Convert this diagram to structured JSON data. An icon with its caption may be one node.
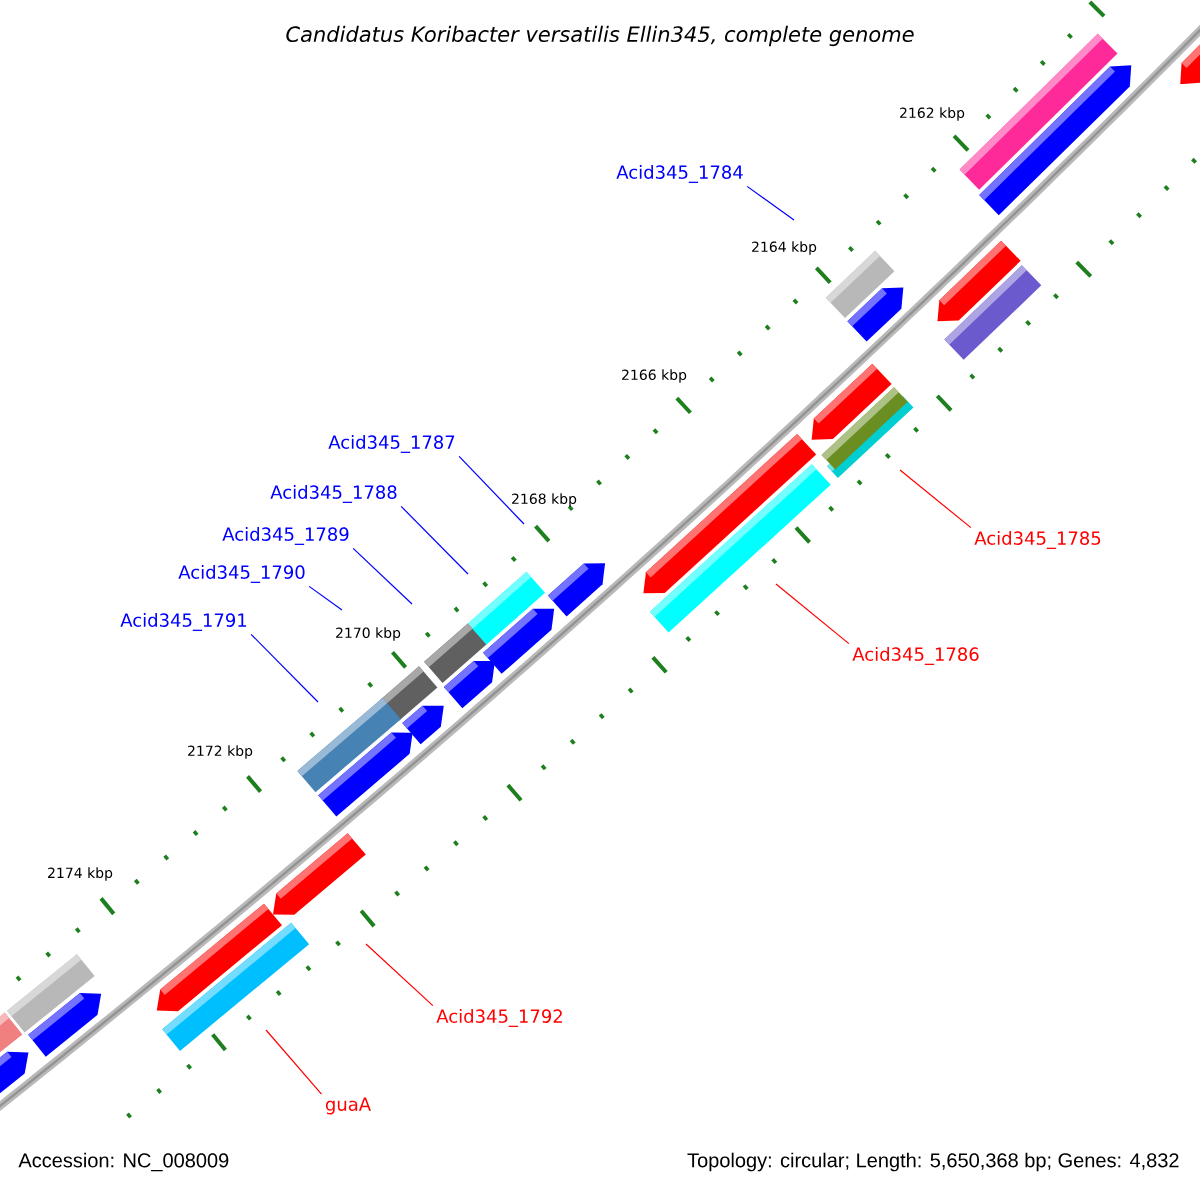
{
  "diagram": {
    "title": "Candidatus Koribacter versatilis Ellin345, complete genome",
    "nodes": [
      {
        "text": [
          "Acid345_1784"
        ]
      },
      {
        "text": [
          "Acid345_1787"
        ]
      },
      {
        "text": [
          "Acid345_1788"
        ]
      },
      {
        "text": [
          "Acid345_1789"
        ]
      },
      {
        "text": [
          "Acid345_1785"
        ]
      },
      {
        "text": [
          "Acid345_1790"
        ]
      },
      {
        "text": [
          "Acid345_1791"
        ]
      },
      {
        "text": [
          "Acid345_1786"
        ]
      },
      {
        "text": [
          "Acid345_1792"
        ]
      },
      {
        "text": [
          "guaA"
        ]
      }
    ],
    "edges": [
      {
        "from": 0,
        "to": null,
        "arrow": "none"
      },
      {
        "from": 1,
        "to": null,
        "arrow": "none"
      },
      {
        "from": 2,
        "to": null,
        "arrow": "none"
      },
      {
        "from": 3,
        "to": null,
        "arrow": "none"
      },
      {
        "from": 4,
        "to": null,
        "arrow": "none",
        "color": "#ff0000"
      },
      {
        "from": 5,
        "to": null,
        "arrow": "none"
      },
      {
        "from": 6,
        "to": null,
        "arrow": "none"
      },
      {
        "from": 7,
        "to": null,
        "arrow": "none",
        "color": "#ff0000"
      },
      {
        "from": 8,
        "to": null,
        "arrow": "none",
        "color": "#ff0000"
      },
      {
        "from": 9,
        "to": null,
        "arrow": "none",
        "color": "#ff0000"
      }
    ],
    "labels": [
      "2162 kbp",
      "2164 kbp",
      "2166 kbp",
      "2168 kbp",
      "2170 kbp",
      "2172 kbp",
      "2174 kbp",
      "Accession: NC_008009",
      "Topology: circular; Length: 5,650,368 bp; Genes: 4,832"
    ]
  }
}
